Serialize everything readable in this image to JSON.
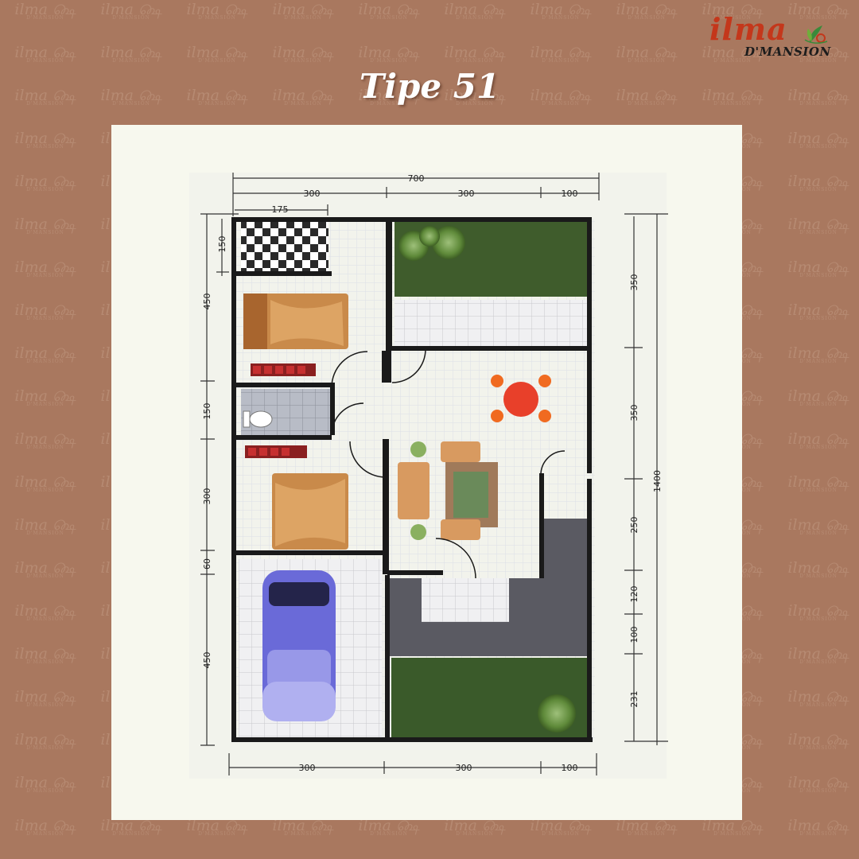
{
  "brand": {
    "logo_script": "ilma",
    "logo_sub": "D'MANSION",
    "watermark_main": "ilma",
    "watermark_sub": "D'MANSION"
  },
  "title": "Tipe 51",
  "dimensions": {
    "top": {
      "total": "700",
      "segments": [
        "300",
        "300",
        "100"
      ],
      "sub": "175"
    },
    "bottom": {
      "segments": [
        "300",
        "300",
        "100"
      ]
    },
    "left": [
      "150",
      "450",
      "150",
      "300",
      "450"
    ],
    "left_small": "60",
    "right": [
      "350",
      "350",
      "250",
      "120",
      "100",
      "231"
    ],
    "right_total": "1400"
  },
  "colors": {
    "background": "#a9785f",
    "paper": "#f7f8ee",
    "wall": "#1a1a1a",
    "garden": "#3d5a2a",
    "carport": "#5a5a62",
    "bed": "#c98a4a",
    "dining_table": "#e8402a",
    "car": "#6a6ad8"
  },
  "icons": [
    "leaf-icon",
    "car-icon",
    "bed-icon",
    "toilet-icon",
    "tree-icon",
    "dining-table-icon",
    "sofa-icon"
  ]
}
